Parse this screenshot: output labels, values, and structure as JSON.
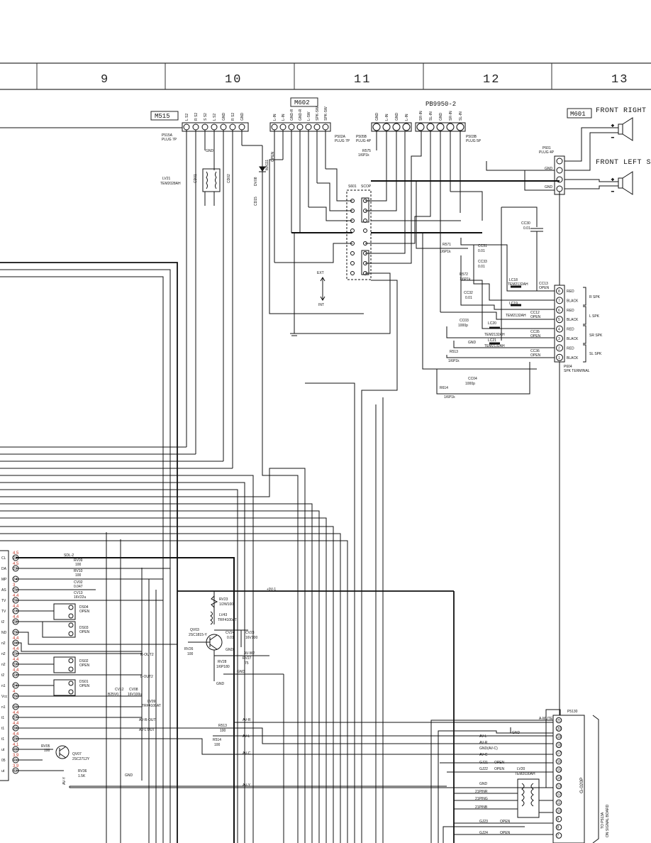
{
  "grid": {
    "columns": [
      "9",
      "10",
      "11",
      "12",
      "13"
    ]
  },
  "connectors": {
    "m515": "M515",
    "m602": "M602",
    "m601": "M601",
    "pb9950": "PB9950-2",
    "p515a": "P515A",
    "p515a_type": "PLUG 7P",
    "p502a": "P502A",
    "p502a_type": "PLUG 7P",
    "p505b": "P505B",
    "p505b_type": "PLUG 4P",
    "p503b": "P503B",
    "p503b_type": "PLUG 5P",
    "p601": "P601",
    "p601_type": "PLUG 4P",
    "p604": "P604",
    "p604_type": "SPK TERMINAL",
    "p5130": "P5130",
    "note_to": "TO P513A",
    "note_board": "ON SIGNAL BOARD",
    "note_ref": "G-020P"
  },
  "speakers": {
    "front_right": "FRONT RIGHT S",
    "front_left": "FRONT LEFT SP"
  },
  "pin_labels": {
    "m515": [
      "L S2",
      "R S2",
      "S S2",
      "L S2",
      "GND",
      "R S2",
      "GND"
    ],
    "m602": [
      "L-IN",
      "L-IN",
      "GND-R",
      "GND-R",
      "L-SW",
      "SPK-SW",
      "SPK-SW"
    ],
    "pb_a": [
      "GND",
      "L-IN",
      "GND",
      "L-IN"
    ],
    "pb_b": [
      "SR-IN",
      "SL-IN",
      "GND",
      "SR-IN",
      "SL-IN"
    ],
    "p601": [
      "GND",
      "GND"
    ]
  },
  "components": {
    "lv21": "LV21",
    "lv21_part": "TEM2028AH",
    "dv08": "DV08",
    "dv08_part": "MA111",
    "dv08_note": "OPEN",
    "cd01": "CD01",
    "cd02": "CD02",
    "cd15": "CD15",
    "s601": "S601",
    "s601_type": "SCOP",
    "r575": "R575",
    "r575_val": "1/6P1k",
    "r571": "R571",
    "r571_val": "1/6P1k",
    "r572": "R572",
    "r572_val": "1/6P1k",
    "r513": "R513",
    "r513_val": "1/6P1k",
    "r614": "R614",
    "r614_val": "1/6P1k",
    "cc30": "CC30",
    "cc30_val": "0.01",
    "cc31": "CC31",
    "cc31_val": "0.01",
    "cc33": "CC33",
    "cc33_val": "0.01",
    "cc32": "CC32",
    "cc32_val": "0.01",
    "cc03": "CC03",
    "cc03_val": "1000p",
    "cc04": "CC04",
    "cc04_val": "1000p",
    "lc18": "LC18",
    "lc18_part": "TEM2132AH",
    "lc19": "LC19",
    "lc19_part": "TEM2132AH",
    "lc20": "LC20",
    "lc20_part": "TEM2132AH",
    "lc21": "LC21",
    "lc21_part": "TEM2132AH",
    "cc13": "CC13",
    "cc12": "CC12",
    "cc35": "CC35",
    "cc36": "CC36",
    "open": "OPEN",
    "ext": "EXT",
    "int": "INT",
    "sdl2": "SDL-2",
    "rv09": "RV09",
    "rv09_val": "100",
    "rv10": "RV10",
    "rv10_val": "100",
    "cv02": "CV02",
    "cv02_val": "0.047",
    "cv13": "CV13",
    "cv13_val": "16V22u",
    "ds04": "DS04",
    "ds03": "DS03",
    "ds02": "DS02",
    "ds01": "DS01",
    "cv12": "CV12",
    "cv12_val": "B25V0.1",
    "cv08": "CV08",
    "cv08_val": "16V100u",
    "lv09": "LV09",
    "lv09_part": "TRF4100AT",
    "rv23": "RV23",
    "rv23_val": "1/2W100",
    "lv43": "LV43",
    "lv43_part": "TRF4100AT",
    "cv24": "CV24",
    "cv24_val": "0.01",
    "cv23": "CV23",
    "cv23_val": "16V100",
    "qv03": "QV03",
    "qv03_part": "2SC1815-Y",
    "rv26": "RV26",
    "rv26_val": "100",
    "rv28": "RV28",
    "rv28_val": "1/6P180",
    "rv27": "RV27",
    "rv27_val": "75",
    "qv07": "QV07",
    "qv07_part": "2SC2712Y",
    "rv05": "RV05",
    "rv05_val": "100",
    "rv36": "RV36",
    "rv36_val": "1.5K",
    "r513b": "R513",
    "r513b_val": "100",
    "r514": "R514",
    "r514_val": "100",
    "lv20": "LV20",
    "lv20_part": "TEM2030AH",
    "gj21": "GJ21",
    "gj22": "GJ22",
    "gj23": "GJ23",
    "gj24": "GJ24"
  },
  "terminals": [
    {
      "num": "8",
      "label": "RED"
    },
    {
      "num": "7",
      "label": "BLACK"
    },
    {
      "num": "6",
      "label": "RED"
    },
    {
      "num": "5",
      "label": "BLACK"
    },
    {
      "num": "4",
      "label": "RED"
    },
    {
      "num": "3",
      "label": "BLACK"
    },
    {
      "num": "2",
      "label": "RED"
    },
    {
      "num": "1",
      "label": "BLACK"
    }
  ],
  "spk_groups": [
    "R SPK",
    "L SPK",
    "SR SPK",
    "SL SPK"
  ],
  "nets": {
    "plus9v": "+9V-1",
    "r_out2": "R-OUT2",
    "l_out2": "L-OUT2",
    "av_r_out": "AV-R-OUT",
    "av_l_out": "AV-L OUT",
    "av_r": "AV-R",
    "av_l": "AV-L",
    "av_c": "AV-C",
    "av_y": "AV-Y",
    "av_w2": "AV-W2",
    "gnd": "GND",
    "gnd_av": "GND(AV-C)",
    "a_mute": "A-MUTE",
    "p21nr": "21PINR",
    "p21ng": "21PING",
    "p21nb": "21PINB"
  },
  "ic_pins": [
    {
      "num": "22",
      "label": "CL",
      "voltage": "4.5"
    },
    {
      "num": "23",
      "label": "DA",
      "voltage": "4.5"
    },
    {
      "num": "24",
      "label": "MP",
      "voltage": ""
    },
    {
      "num": "25",
      "label": "AS",
      "voltage": "3"
    },
    {
      "num": "26",
      "label": "TV",
      "voltage": "4.4"
    },
    {
      "num": "27",
      "label": "TV",
      "voltage": "4.4"
    },
    {
      "num": "28",
      "label": "t2",
      "voltage": "4.4"
    },
    {
      "num": "29",
      "label": "ND",
      "voltage": ""
    },
    {
      "num": "30",
      "label": "n2",
      "voltage": "4.4"
    },
    {
      "num": "31",
      "label": "n2",
      "voltage": "4.4"
    },
    {
      "num": "32",
      "label": "n2",
      "voltage": "4.4"
    },
    {
      "num": "33",
      "label": "t2",
      "voltage": "4.4"
    },
    {
      "num": "34",
      "label": "n1",
      "voltage": ""
    },
    {
      "num": "35",
      "label": "Vcc",
      "voltage": "4"
    },
    {
      "num": "36",
      "label": "n1",
      "voltage": ""
    },
    {
      "num": "37",
      "label": "t1",
      "voltage": "4.4"
    },
    {
      "num": "38",
      "label": "t1",
      "voltage": "4.4"
    },
    {
      "num": "39",
      "label": "t1",
      "voltage": "4.4"
    },
    {
      "num": "40",
      "label": "ut",
      "voltage": "4.1"
    },
    {
      "num": "41",
      "label": "05",
      "voltage": "3.9"
    },
    {
      "num": "42",
      "label": "ut",
      "voltage": "3.9"
    }
  ],
  "p5130_pins": [
    "21",
    "20",
    "19",
    "18",
    "17",
    "16",
    "15",
    "14",
    "13",
    "12",
    "11",
    "10",
    "9",
    "8",
    "7"
  ]
}
